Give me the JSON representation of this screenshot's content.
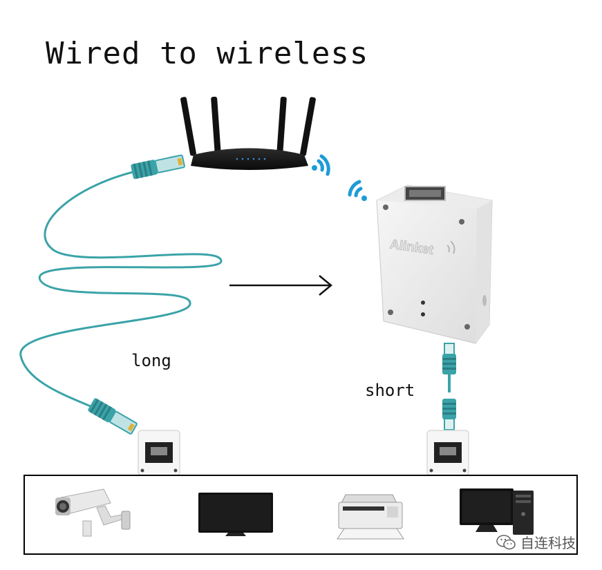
{
  "title": "Wired to wireless",
  "labels": {
    "long": "long",
    "short": "short"
  },
  "brand_logo": "Alinket",
  "watermark": {
    "text": "自连科技",
    "icon": "wechat-icon"
  },
  "colors": {
    "cable": "#3aa3a8",
    "wifi": "#1e9bd8",
    "device_box": "#f2f2f2",
    "frame": "#000000"
  },
  "devices": [
    {
      "icon": "security-camera-icon"
    },
    {
      "icon": "monitor-icon"
    },
    {
      "icon": "printer-icon"
    },
    {
      "icon": "desktop-computer-icon"
    }
  ]
}
